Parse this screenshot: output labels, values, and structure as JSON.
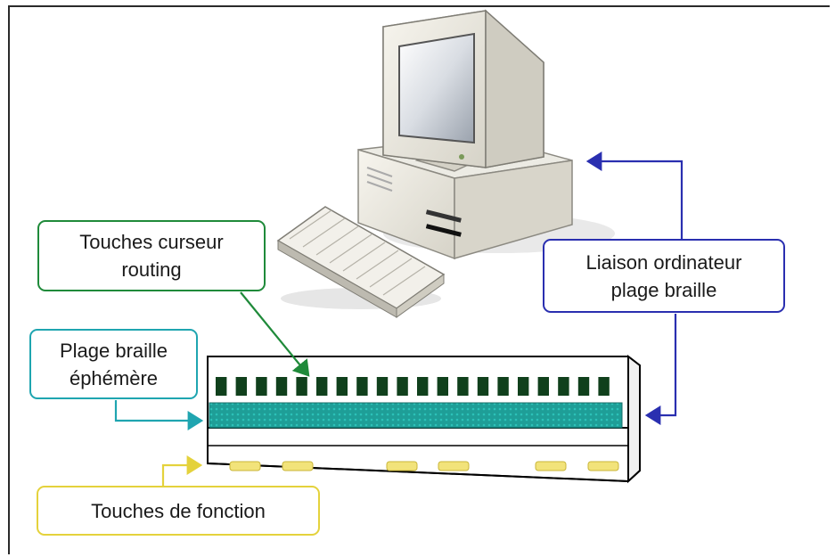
{
  "callouts": {
    "routing": {
      "line1": "Touches curseur",
      "line2": "routing",
      "color": "#1f8a3a"
    },
    "liaison": {
      "line1": "Liaison ordinateur",
      "line2": "plage braille",
      "color": "#2a2fb0"
    },
    "plage": {
      "line1": "Plage braille",
      "line2": "éphémère",
      "color": "#1fa5b0"
    },
    "fonction": {
      "line1": "Touches de fonction",
      "color": "#e4d23c"
    }
  },
  "braille_display": {
    "routing_keys_count": 20,
    "function_keys_count": 6,
    "cell_strip_color": "#1f9e98",
    "routing_key_color": "#10401c",
    "function_key_color": "#f2e37a"
  },
  "icons": [
    "computer-monitor-icon",
    "computer-tower-icon",
    "keyboard-icon",
    "braille-display-icon"
  ]
}
